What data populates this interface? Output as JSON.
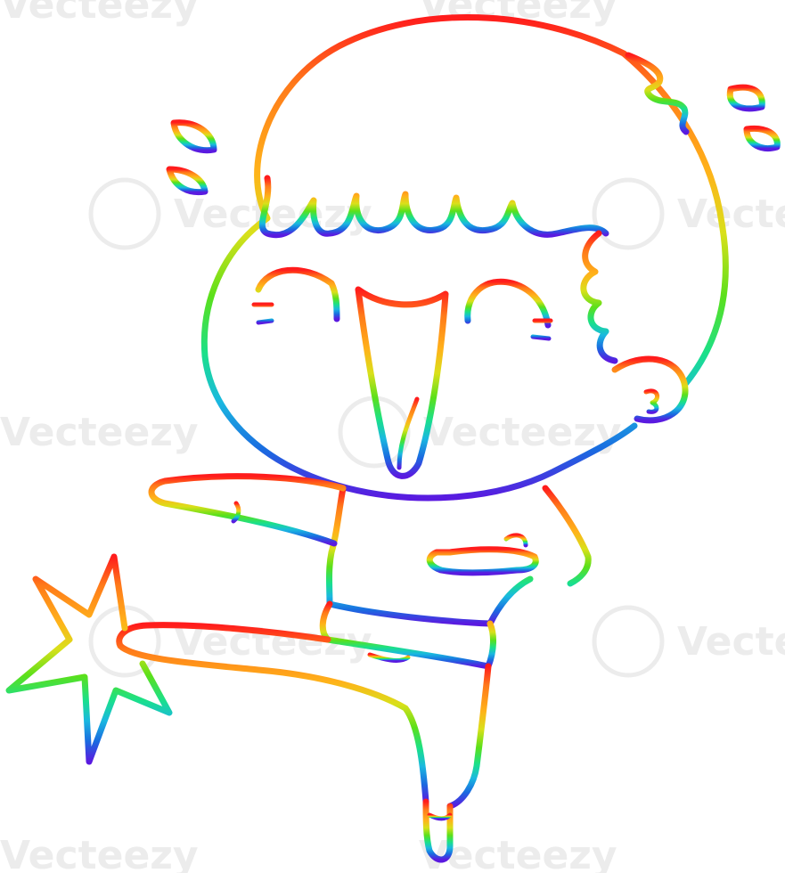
{
  "illustration": {
    "subject": "laughing-man-karate-kick-cartoon",
    "style": "rainbow-gradient-line-art",
    "gradient_stops": [
      "#ff1c1c",
      "#ff7a1a",
      "#ffb21a",
      "#d9e01a",
      "#5be01a",
      "#1ae08a",
      "#1ab8e0",
      "#1a6be0",
      "#5a1ae0"
    ],
    "background": "#ffffff"
  },
  "watermark": {
    "text": "Vecteezy",
    "color": "#c9c9c9"
  }
}
